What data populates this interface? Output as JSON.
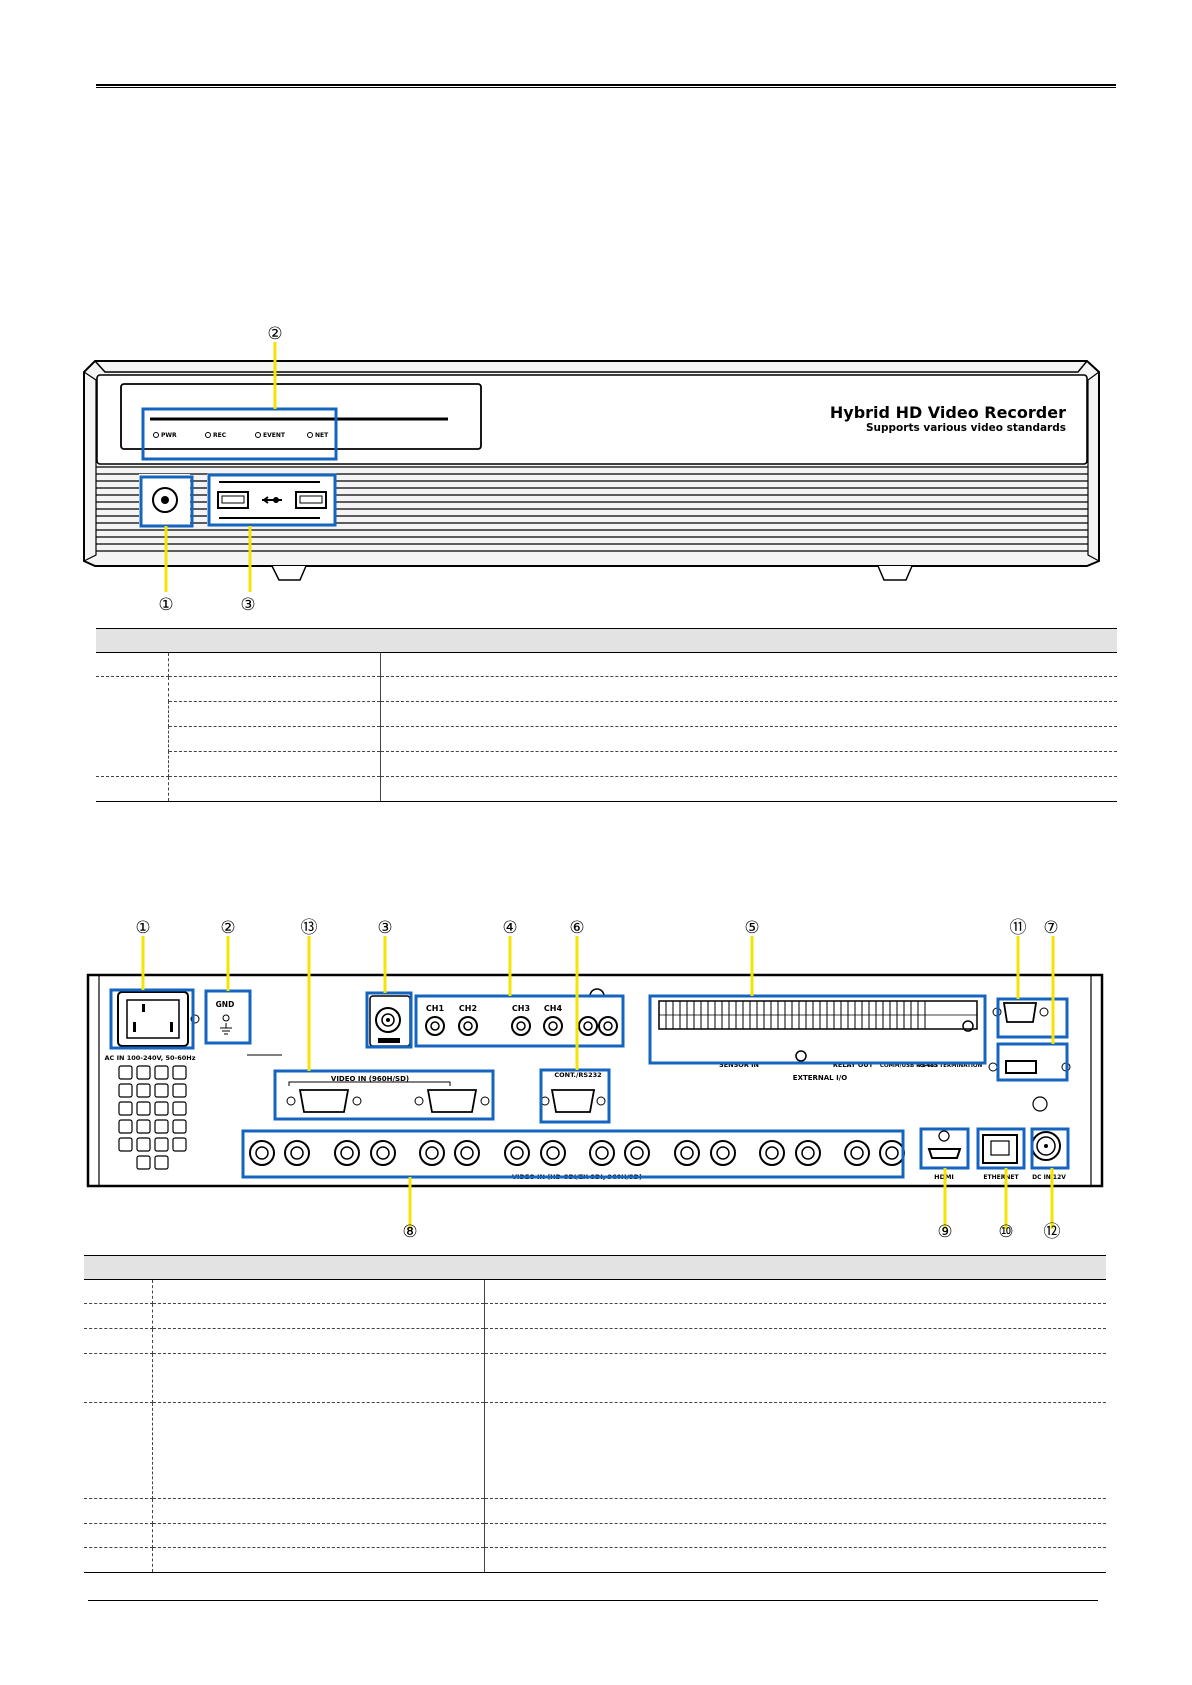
{
  "front_panel": {
    "brand_title": "Hybrid HD Video Recorder",
    "brand_subtitle": "Supports various video standards",
    "led_labels": [
      "PWR",
      "REC",
      "EVENT",
      "NET"
    ],
    "callouts": [
      "①",
      "②",
      "③"
    ]
  },
  "rear_panel": {
    "callouts_top": [
      "①",
      "②",
      "⑬",
      "③",
      "④",
      "⑥",
      "⑤",
      "⑪",
      "⑦"
    ],
    "callouts_bottom": [
      "⑧",
      "⑨",
      "⑩",
      "⑫"
    ],
    "labels": {
      "ac_in": "AC IN 100-240V, 50-60Hz",
      "gnd": "GND",
      "ch1": "CH1",
      "ch2": "CH2",
      "ch3": "CH3",
      "ch4": "CH4",
      "video_in_hd": "VIDEO IN (960H/SD)",
      "control_rs232": "CONT./RS232",
      "sensor_in": "SENSOR IN",
      "relay_out": "RELAY OUT",
      "comm_rs485": "COMM/USB RS-485",
      "rs485_termination": "RS485 TERMINATION",
      "external_io": "EXTERNAL I/O",
      "video_in_bottom": "VIDEO IN (HD-SDI/EX-SDI, 960H/SD)",
      "hdmi": "HDMI",
      "ethernet": "ETHERNET",
      "power_dc": "DC IN 12V"
    }
  },
  "accent_color": "#1565c0",
  "callout_line_color": "#f5e400"
}
